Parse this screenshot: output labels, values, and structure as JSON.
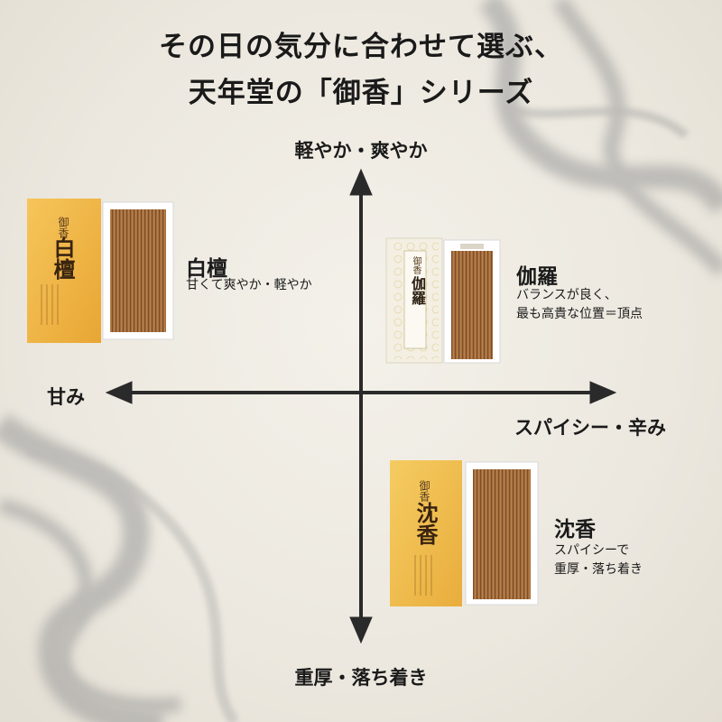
{
  "title": {
    "line1": "その日の気分に合わせて選ぶ、",
    "line2": "天年堂の「御香」シリーズ"
  },
  "axes": {
    "top": "軽やか・爽やか",
    "bottom": "重厚・落ち着き",
    "left": "甘み",
    "right": "スパイシー・辛み"
  },
  "products": {
    "byakudan": {
      "name": "白檀",
      "description": "甘くて爽やか・軽やか",
      "package_label": "御香",
      "package_name": "白檀",
      "box_color": "#f0b545"
    },
    "kyara": {
      "name": "伽羅",
      "description_line1": "バランスが良く、",
      "description_line2": "最も高貴な位置＝頂点",
      "package_label": "御香",
      "package_name": "伽羅",
      "box_color": "#f3efe3"
    },
    "jinko": {
      "name": "沈香",
      "description_line1": "スパイシーで",
      "description_line2": "重厚・落ち着き",
      "package_label": "御香",
      "package_name": "沈香",
      "box_color": "#f0c050"
    }
  },
  "colors": {
    "background": "#ede9e0",
    "axis": "#2a2a2a",
    "text": "#1a1a1a",
    "incense": "#a0683a",
    "smoke": "#8c8c8c"
  }
}
